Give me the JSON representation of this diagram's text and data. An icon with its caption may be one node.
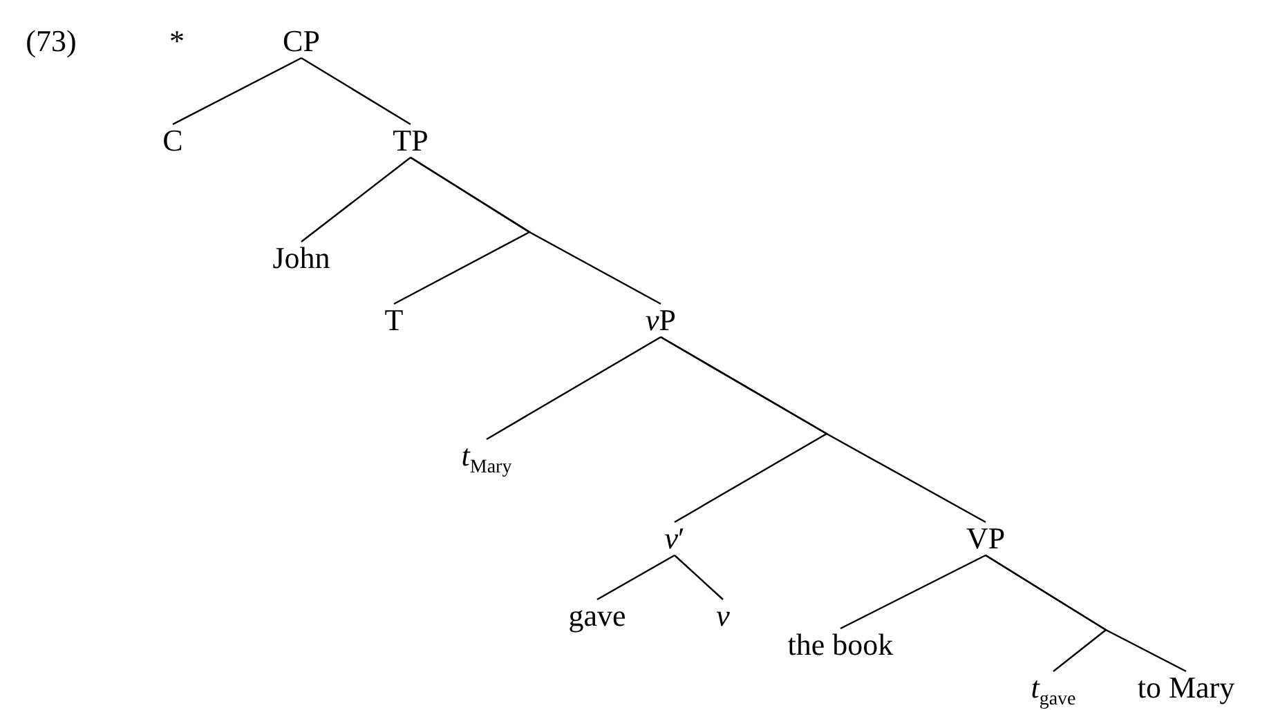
{
  "diagram": {
    "nodes": [
      {
        "text": [
          "CP"
        ]
      },
      {
        "text": [
          "C"
        ]
      },
      {
        "text": [
          "TP"
        ]
      },
      {
        "text": [
          "John"
        ]
      },
      {
        "text": [
          "T"
        ]
      },
      {
        "text": [
          "vP"
        ]
      },
      {
        "text": [
          "*t*$_{Mary}$"
        ]
      },
      {
        "text": [
          "*v*′"
        ]
      },
      {
        "text": [
          "VP"
        ]
      },
      {
        "text": [
          "gave"
        ]
      },
      {
        "text": [
          "v"
        ]
      },
      {
        "text": [
          "the book"
        ]
      },
      {
        "text": [
          "*t*$_{gave}$"
        ]
      },
      {
        "text": [
          "to Mary"
        ]
      }
    ],
    "edges": [
      {
        "from": 0,
        "to": 1,
        "arrow": "none"
      },
      {
        "from": 0,
        "to": 2,
        "arrow": "none"
      },
      {
        "from": 2,
        "to": 3,
        "arrow": "none"
      },
      {
        "from": 2,
        "to": 4,
        "arrow": "none"
      },
      {
        "from": 2,
        "to": 5,
        "arrow": "none"
      },
      {
        "from": 5,
        "to": 6,
        "arrow": "none"
      },
      {
        "from": 5,
        "to": 7,
        "arrow": "none"
      },
      {
        "from": 5,
        "to": 8,
        "arrow": "none"
      },
      {
        "from": 7,
        "to": 9,
        "arrow": "none"
      },
      {
        "from": 7,
        "to": 10,
        "arrow": "none"
      },
      {
        "from": 8,
        "to": 11,
        "arrow": "none"
      },
      {
        "from": 8,
        "to": 12,
        "arrow": "none"
      },
      {
        "from": 8,
        "to": 13,
        "arrow": "none"
      }
    ],
    "labels": [
      "(73)",
      "*"
    ]
  }
}
